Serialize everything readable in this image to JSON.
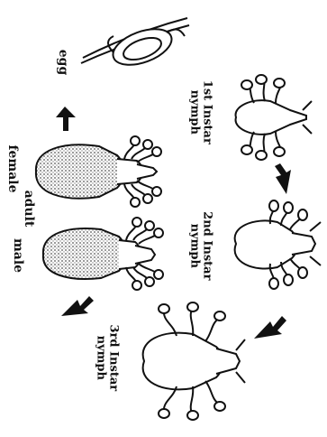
{
  "diagram": {
    "stages": {
      "egg": "egg",
      "nymph1_line1": "1st Instar",
      "nymph1_line2": "nymph",
      "nymph2_line1": "2nd Instar",
      "nymph2_line2": "nymph",
      "nymph3_line1": "3rd Instar",
      "nymph3_line2": "nymph",
      "adult": "adult",
      "female": "female",
      "male": "male"
    },
    "colors": {
      "ink": "#111111",
      "paper": "#ffffff",
      "shade": "#9a9a9a"
    }
  }
}
